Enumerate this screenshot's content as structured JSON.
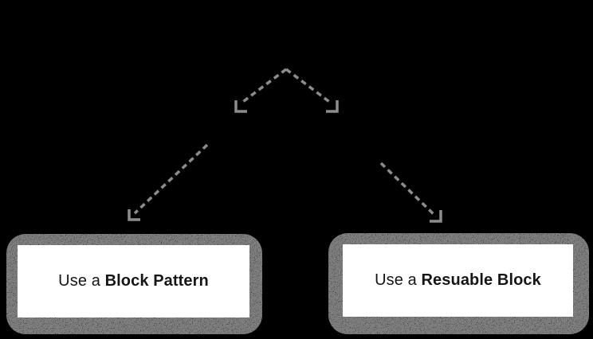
{
  "canvas": {
    "background_color": "#000000"
  },
  "diagram": {
    "arrow_color": "#8c8c8c",
    "box_background_color": "#ffffff",
    "box_text_color": "#161616",
    "nodes": [
      {
        "prefix": "Use a ",
        "bold": "Block Pattern"
      },
      {
        "prefix": "Use a ",
        "bold": "Resuable Block"
      }
    ]
  }
}
